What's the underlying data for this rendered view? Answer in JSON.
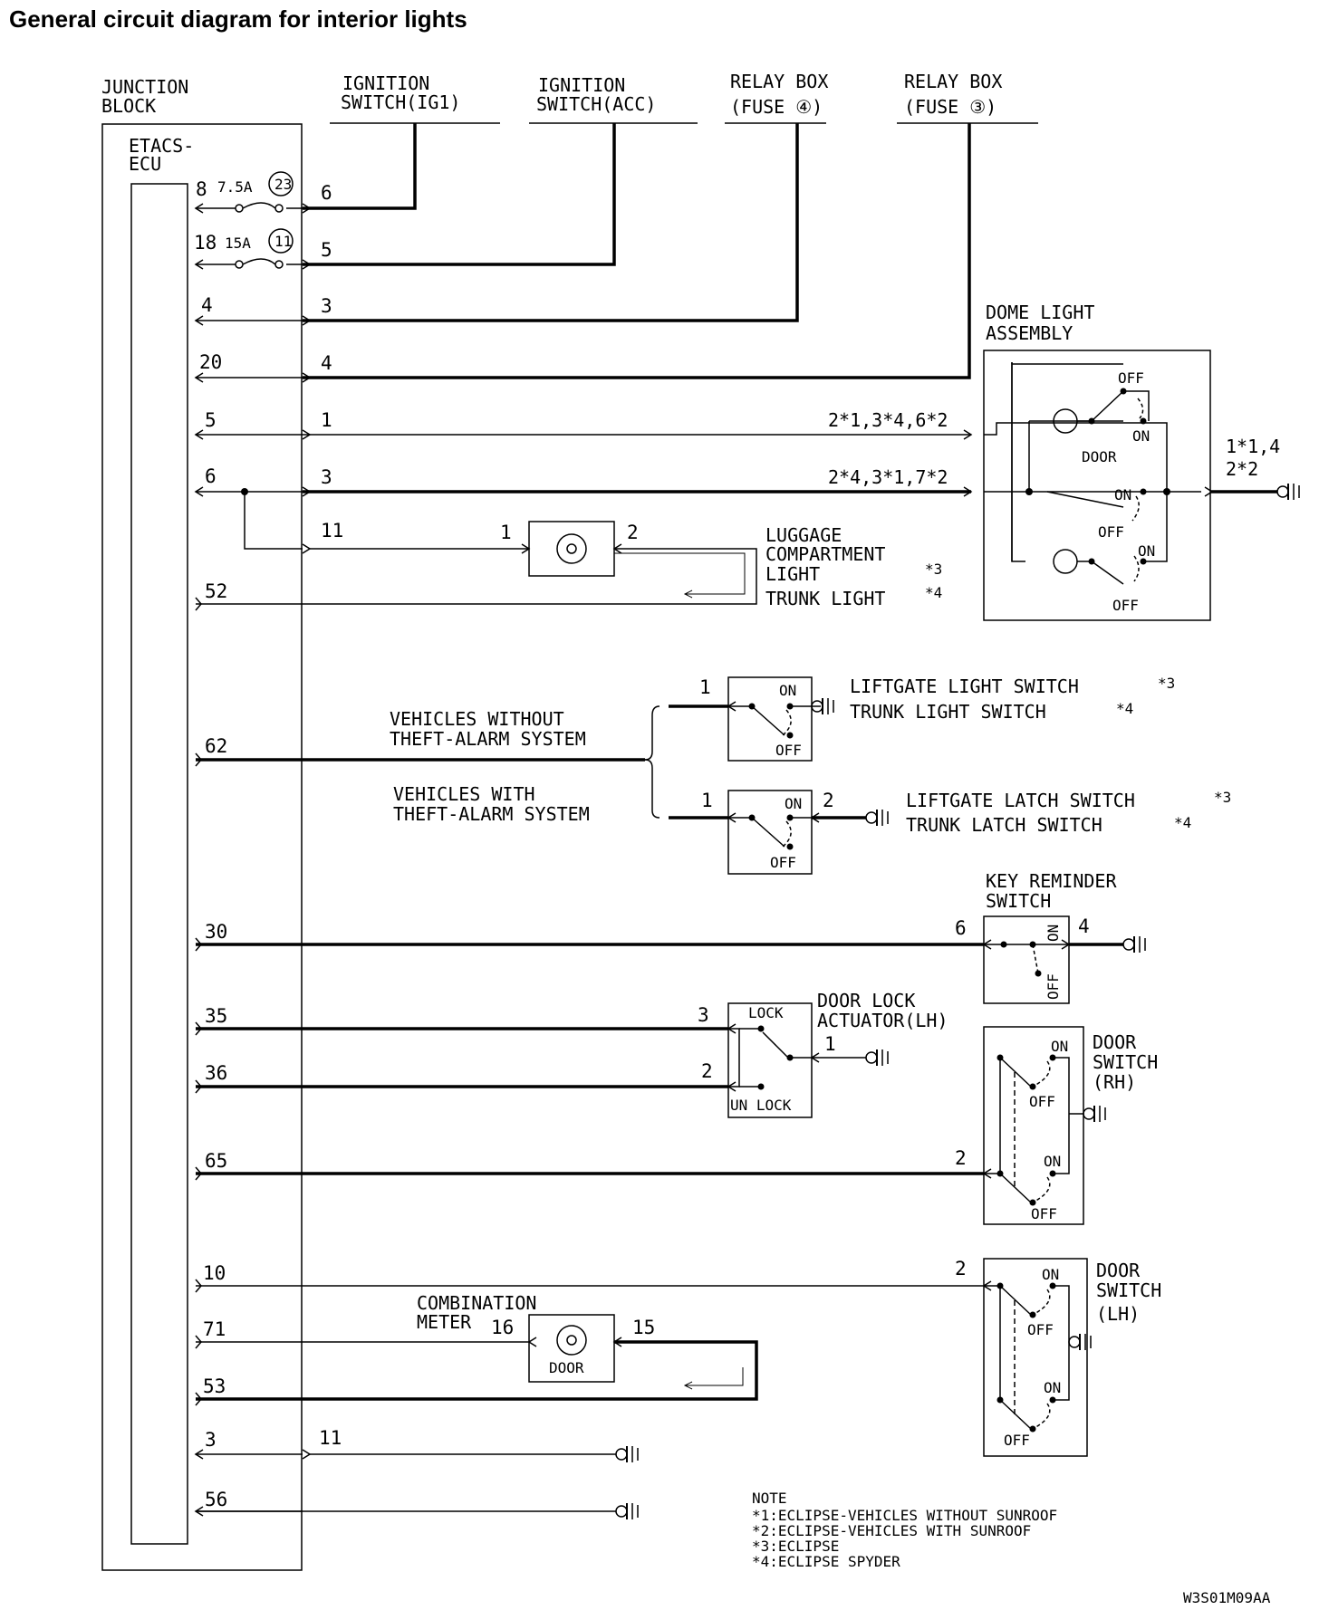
{
  "title": "General circuit diagram for interior lights",
  "labels": {
    "junction_block": [
      "JUNCTION",
      "BLOCK"
    ],
    "etacs_ecu": [
      "ETACS-",
      "ECU"
    ],
    "ign_ig1": [
      "IGNITION",
      "SWITCH(IG1)"
    ],
    "ign_acc": [
      "IGNITION",
      "SWITCH(ACC)"
    ],
    "relay23": [
      "RELAY BOX",
      "(FUSE ④)"
    ],
    "relay22": [
      "RELAY BOX",
      "(FUSE ③)"
    ],
    "dome_light": [
      "DOME LIGHT",
      "ASSEMBLY"
    ],
    "luggage_light": [
      "LUGGAGE",
      "COMPARTMENT",
      "LIGHT",
      "TRUNK LIGHT"
    ],
    "luggage_sup3": "*3",
    "luggage_sup4": "*4",
    "without_alarm": [
      "VEHICLES WITHOUT",
      "THEFT-ALARM SYSTEM"
    ],
    "with_alarm": [
      "VEHICLES WITH",
      "THEFT-ALARM SYSTEM"
    ],
    "liftgate_light_switch": [
      "LIFTGATE LIGHT SWITCH",
      "TRUNK LIGHT SWITCH"
    ],
    "liftgate_latch_switch": [
      "LIFTGATE LATCH SWITCH",
      "TRUNK LATCH SWITCH"
    ],
    "sup3": "*3",
    "sup4": "*4",
    "key_reminder": [
      "KEY REMINDER",
      "SWITCH"
    ],
    "door_lock_actuator": [
      "DOOR LOCK",
      "ACTUATOR(LH)"
    ],
    "door_switch_rh": [
      "DOOR",
      "SWITCH",
      "(RH)"
    ],
    "door_switch_lh": [
      "DOOR",
      "SWITCH",
      "(LH)"
    ],
    "combination_meter": [
      "COMBINATION",
      "METER"
    ],
    "door_lamp": "DOOR",
    "lock": "LOCK",
    "unlock": "UN LOCK",
    "on": "ON",
    "off": "OFF",
    "door": "DOOR",
    "fuse_75a": "7.5A",
    "fuse_15a": "15A",
    "fuse23": "23",
    "fuse11": "11",
    "dome_pins_top": "2*1,3*4,6*2",
    "dome_pins_mid": "2*4,3*1,7*2",
    "dome_out_pins": [
      "1*1,4",
      "2*2"
    ],
    "code": "W3S01M09AA"
  },
  "ecu_pins": [
    "8",
    "18",
    "4",
    "20",
    "5",
    "6",
    "52",
    "62",
    "30",
    "35",
    "36",
    "65",
    "10",
    "71",
    "53",
    "3",
    "56"
  ],
  "block_pins": [
    "6",
    "5",
    "3",
    "4",
    "1",
    "3",
    "11",
    "11"
  ],
  "component_pins": {
    "luggage_in": "1",
    "luggage_out": "2",
    "liftgate_light": "1",
    "liftgate_latch_in": "1",
    "liftgate_latch_out": "2",
    "key_in": "6",
    "key_out": "4",
    "lock3": "3",
    "lock2": "2",
    "lock1": "1",
    "door_rh": "2",
    "door_lh": "2",
    "meter_in": "16",
    "meter_out": "15"
  },
  "notes": {
    "title": "NOTE",
    "items": [
      "*1:ECLIPSE-VEHICLES WITHOUT SUNROOF",
      "*2:ECLIPSE-VEHICLES WITH SUNROOF",
      "*3:ECLIPSE",
      "*4:ECLIPSE SPYDER"
    ]
  }
}
